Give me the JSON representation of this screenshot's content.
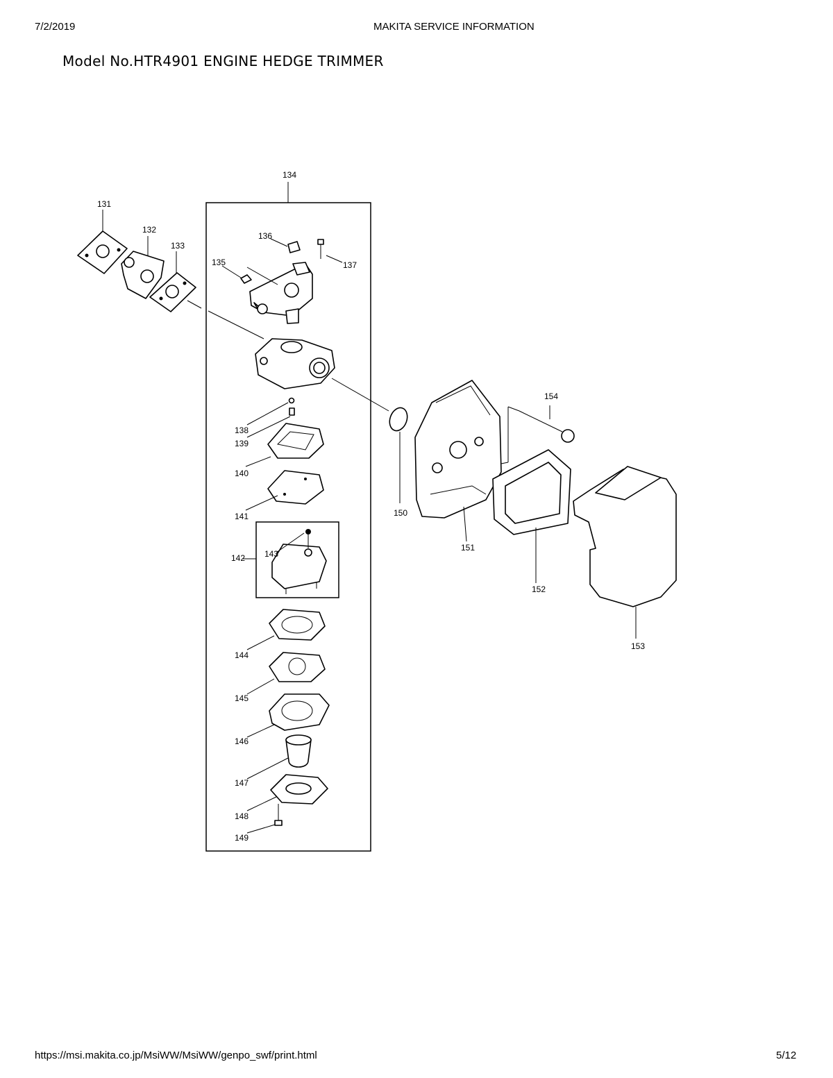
{
  "header": {
    "date": "7/2/2019",
    "site_title": "MAKITA SERVICE INFORMATION"
  },
  "document": {
    "title": "Model No.HTR4901 ENGINE HEDGE TRIMMER"
  },
  "diagram": {
    "labels": {
      "p131": "131",
      "p132": "132",
      "p133": "133",
      "p134": "134",
      "p135": "135",
      "p136": "136",
      "p137": "137",
      "p138": "138",
      "p139": "139",
      "p140": "140",
      "p141": "141",
      "p142": "142",
      "p143": "143",
      "p144": "144",
      "p145": "145",
      "p146": "146",
      "p147": "147",
      "p148": "148",
      "p149": "149",
      "p150": "150",
      "p151": "151",
      "p152": "152",
      "p153": "153",
      "p154": "154"
    }
  },
  "footer": {
    "url": "https://msi.makita.co.jp/MsiWW/MsiWW/genpo_swf/print.html",
    "page": "5/12"
  }
}
